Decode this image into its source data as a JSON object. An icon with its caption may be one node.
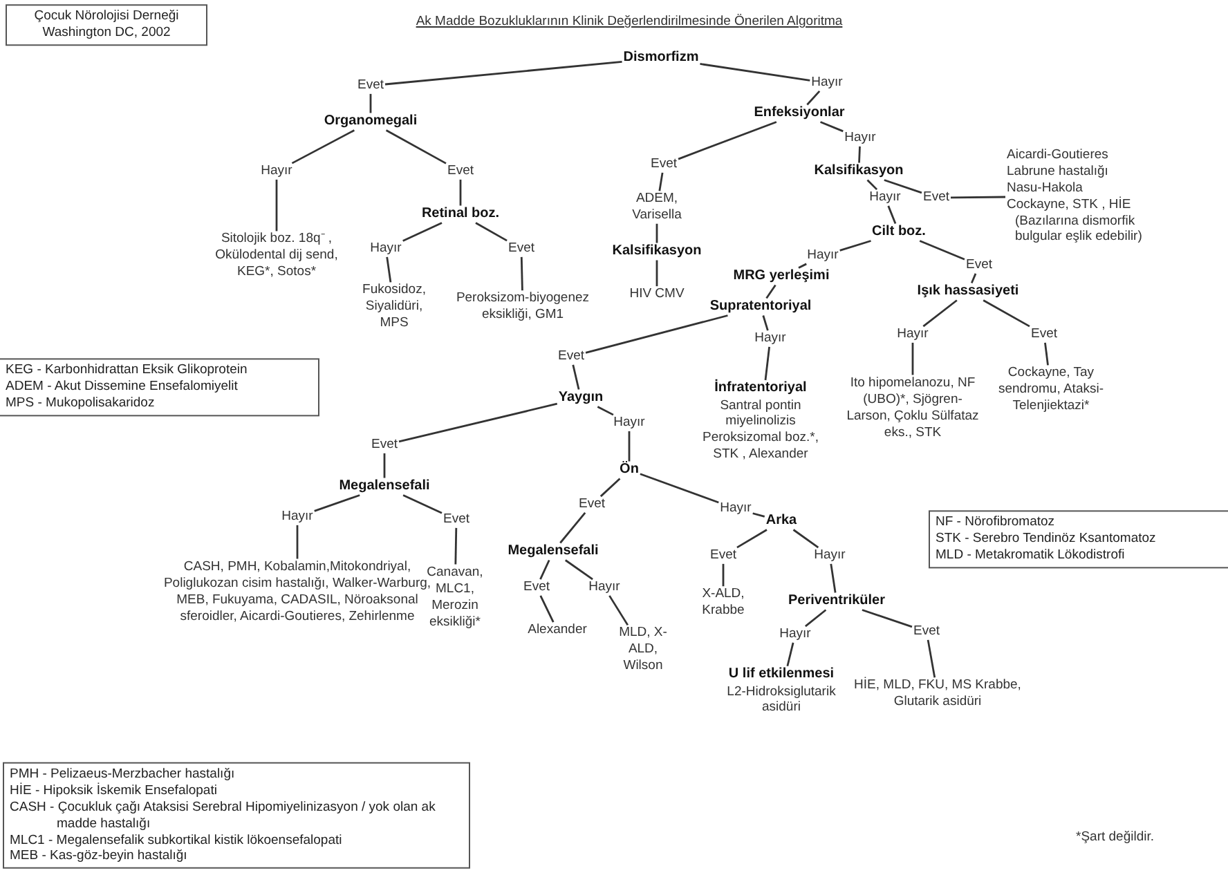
{
  "diagram": {
    "title": "Ak Madde Bozukluklarının Klinik Değerlendirilmesinde Önerilen Algoritma",
    "nodes": [
      {
        "text": [
          "Çocuk Nörolojisi Derneği Washington DC, 2002"
        ]
      },
      {
        "text": [
          "Dismorfizm"
        ]
      },
      {
        "text": [
          "Evet"
        ]
      },
      {
        "text": [
          "Hayır"
        ]
      },
      {
        "text": [
          "Organomegali"
        ]
      },
      {
        "text": [
          "Enfeksiyonlar"
        ]
      },
      {
        "text": [
          "Hayır"
        ]
      },
      {
        "text": [
          "Evet"
        ]
      },
      {
        "text": [
          "Evet"
        ]
      },
      {
        "text": [
          "Hayır"
        ]
      },
      {
        "text": [
          "Sitolojik boz. 18q⁻ , Okülodental dij send, KEG*, Sotos*"
        ]
      },
      {
        "text": [
          "Retinal boz."
        ]
      },
      {
        "text": [
          "Kalsifikasyon"
        ]
      },
      {
        "text": [
          "ADEM, Varisella"
        ]
      },
      {
        "text": [
          "Hayır"
        ]
      },
      {
        "text": [
          "Evet"
        ]
      },
      {
        "text": [
          "Hayır"
        ]
      },
      {
        "text": [
          "Evet"
        ]
      },
      {
        "text": [
          "Aicardi-Goutieres Labrune hastalığı Nasu-Hakola Cockayne, STK , HİE",
          "(Bazılarına dismorfik bulgular eşlik edebilir)"
        ]
      },
      {
        "text": [
          "Kalsifikasyon"
        ]
      },
      {
        "text": [
          "Cilt boz."
        ]
      },
      {
        "text": [
          "Fukosidoz, Siyalidüri, MPS"
        ]
      },
      {
        "text": [
          "Peroksizom-biyogenez eksikliği, GM1"
        ]
      },
      {
        "text": [
          "HIV CMV"
        ]
      },
      {
        "text": [
          "Hayır"
        ]
      },
      {
        "text": [
          "Evet"
        ]
      },
      {
        "text": [
          "MRG yerleşimi"
        ]
      },
      {
        "text": [
          "Işık hassasiyeti"
        ]
      },
      {
        "text": [
          "Supratentoriyal"
        ]
      },
      {
        "text": [
          "Evet"
        ]
      },
      {
        "text": [
          "Hayır"
        ]
      },
      {
        "text": [
          "Hayır"
        ]
      },
      {
        "text": [
          "Evet"
        ]
      },
      {
        "text": [
          "İnfratentoriyal",
          "Santral pontin miyelinolizis Peroksizomal boz.*, STK , Alexander"
        ]
      },
      {
        "text": [
          "Ito hipomelanozu, NF (UBO)*, Sjögren-Larson, Çoklu Sülfataz eks., STK"
        ]
      },
      {
        "text": [
          "Cockayne, Tay sendromu, Ataksi-Telenjiektazi*"
        ]
      },
      {
        "text": [
          "Yaygın"
        ]
      },
      {
        "text": [
          "Evet"
        ]
      },
      {
        "text": [
          "Hayır"
        ]
      },
      {
        "text": [
          "Megalensefali"
        ]
      },
      {
        "text": [
          "Ön"
        ]
      },
      {
        "text": [
          "Hayır"
        ]
      },
      {
        "text": [
          "Evet"
        ]
      },
      {
        "text": [
          "Evet"
        ]
      },
      {
        "text": [
          "Hayır"
        ]
      },
      {
        "text": [
          "CASH, PMH, Kobalamin,Mitokondriyal, Poliglukozan cisim hastalığı, Walker-Warburg, MEB, Fukuyama, CADASIL, Nöroaksonal sferoidler, Aicardi-Goutieres, Zehirlenme"
        ]
      },
      {
        "text": [
          "Canavan, MLC1, Merozin eksikliği*"
        ]
      },
      {
        "text": [
          "Megalensefali"
        ]
      },
      {
        "text": [
          "Arka"
        ]
      },
      {
        "text": [
          "Evet"
        ]
      },
      {
        "text": [
          "Hayır"
        ]
      },
      {
        "text": [
          "Evet"
        ]
      },
      {
        "text": [
          "Hayır"
        ]
      },
      {
        "text": [
          "Alexander"
        ]
      },
      {
        "text": [
          "MLD, X-ALD, Wilson"
        ]
      },
      {
        "text": [
          "X-ALD, Krabbe"
        ]
      },
      {
        "text": [
          "Periventriküler"
        ]
      },
      {
        "text": [
          "Hayır"
        ]
      },
      {
        "text": [
          "Evet"
        ]
      },
      {
        "text": [
          "U lif etkilenmesi",
          "L2-Hidroksiglutarik asidüri"
        ]
      },
      {
        "text": [
          "HİE, MLD, FKU, MS Krabbe, Glutarik asidüri"
        ]
      },
      {
        "text": [
          "KEG - Karbonhidrattan Eksik Glikoprotein",
          "ADEM - Akut Dissemine Ensefalomiyelit",
          "MPS - Mukopolisakaridoz"
        ]
      },
      {
        "text": [
          "NF - Nörofibromatoz",
          "STK - Serebro Tendinöz Ksantomatoz",
          "MLD - Metakromatik Lökodistrofi"
        ]
      },
      {
        "text": [
          "PMH - Pelizaeus-Merzbacher hastalığı",
          "HİE - Hipoksik İskemik Ensefalopati",
          "CASH - Çocukluk çağı Ataksisi Serebral Hipomiyelinizasyon / yok olan ak madde hastalığı",
          "MLC1 - Megalensefalik subkortikal kistik lökoensefalopati",
          "MEB - Kas-göz-beyin hastalığı"
        ]
      }
    ],
    "edges": [
      {
        "from": 1,
        "to": 2,
        "arrow": "none"
      },
      {
        "from": 1,
        "to": 3,
        "arrow": "none"
      },
      {
        "from": 2,
        "to": 4,
        "arrow": "none"
      },
      {
        "from": 3,
        "to": 5,
        "arrow": "none"
      },
      {
        "from": 4,
        "to": 6,
        "arrow": "none"
      },
      {
        "from": 4,
        "to": 7,
        "arrow": "none"
      },
      {
        "from": 5,
        "to": 8,
        "arrow": "none"
      },
      {
        "from": 5,
        "to": 9,
        "arrow": "none"
      },
      {
        "from": 6,
        "to": 10,
        "arrow": "none"
      },
      {
        "from": 7,
        "to": 11,
        "arrow": "none"
      },
      {
        "from": 9,
        "to": 12,
        "arrow": "none"
      },
      {
        "from": 8,
        "to": 13,
        "arrow": "none"
      },
      {
        "from": 11,
        "to": 14,
        "arrow": "none"
      },
      {
        "from": 11,
        "to": 15,
        "arrow": "none"
      },
      {
        "from": 12,
        "to": 16,
        "arrow": "none"
      },
      {
        "from": 12,
        "to": 17,
        "arrow": "none"
      },
      {
        "from": 17,
        "to": 18,
        "arrow": "none"
      },
      {
        "from": 13,
        "to": 19,
        "arrow": "none"
      },
      {
        "from": 16,
        "to": 20,
        "arrow": "none"
      },
      {
        "from": 14,
        "to": 21,
        "arrow": "none"
      },
      {
        "from": 15,
        "to": 22,
        "arrow": "none"
      },
      {
        "from": 19,
        "to": 23,
        "arrow": "none"
      },
      {
        "from": 20,
        "to": 24,
        "arrow": "none"
      },
      {
        "from": 20,
        "to": 25,
        "arrow": "none"
      },
      {
        "from": 24,
        "to": 26,
        "arrow": "none"
      },
      {
        "from": 25,
        "to": 27,
        "arrow": "none"
      },
      {
        "from": 26,
        "to": 28,
        "arrow": "none"
      },
      {
        "from": 28,
        "to": 29,
        "arrow": "none"
      },
      {
        "from": 28,
        "to": 30,
        "arrow": "none"
      },
      {
        "from": 27,
        "to": 31,
        "arrow": "none"
      },
      {
        "from": 27,
        "to": 32,
        "arrow": "none"
      },
      {
        "from": 30,
        "to": 33,
        "arrow": "none"
      },
      {
        "from": 31,
        "to": 34,
        "arrow": "none"
      },
      {
        "from": 32,
        "to": 35,
        "arrow": "none"
      },
      {
        "from": 29,
        "to": 36,
        "arrow": "none"
      },
      {
        "from": 36,
        "to": 37,
        "arrow": "none"
      },
      {
        "from": 36,
        "to": 38,
        "arrow": "none"
      },
      {
        "from": 37,
        "to": 39,
        "arrow": "none"
      },
      {
        "from": 38,
        "to": 40,
        "arrow": "none"
      },
      {
        "from": 39,
        "to": 41,
        "arrow": "none"
      },
      {
        "from": 39,
        "to": 42,
        "arrow": "none"
      },
      {
        "from": 40,
        "to": 43,
        "arrow": "none"
      },
      {
        "from": 40,
        "to": 44,
        "arrow": "none"
      },
      {
        "from": 41,
        "to": 45,
        "arrow": "none"
      },
      {
        "from": 42,
        "to": 46,
        "arrow": "none"
      },
      {
        "from": 43,
        "to": 47,
        "arrow": "none"
      },
      {
        "from": 44,
        "to": 48,
        "arrow": "none"
      },
      {
        "from": 47,
        "to": 49,
        "arrow": "none"
      },
      {
        "from": 47,
        "to": 50,
        "arrow": "none"
      },
      {
        "from": 48,
        "to": 51,
        "arrow": "none"
      },
      {
        "from": 48,
        "to": 52,
        "arrow": "none"
      },
      {
        "from": 49,
        "to": 53,
        "arrow": "none"
      },
      {
        "from": 50,
        "to": 54,
        "arrow": "none"
      },
      {
        "from": 51,
        "to": 55,
        "arrow": "none"
      },
      {
        "from": 52,
        "to": 56,
        "arrow": "none"
      },
      {
        "from": 56,
        "to": 57,
        "arrow": "none"
      },
      {
        "from": 56,
        "to": 58,
        "arrow": "none"
      },
      {
        "from": 57,
        "to": 59,
        "arrow": "none"
      },
      {
        "from": 58,
        "to": 60,
        "arrow": "none"
      }
    ],
    "labels": [
      "*Şart değildir."
    ]
  }
}
